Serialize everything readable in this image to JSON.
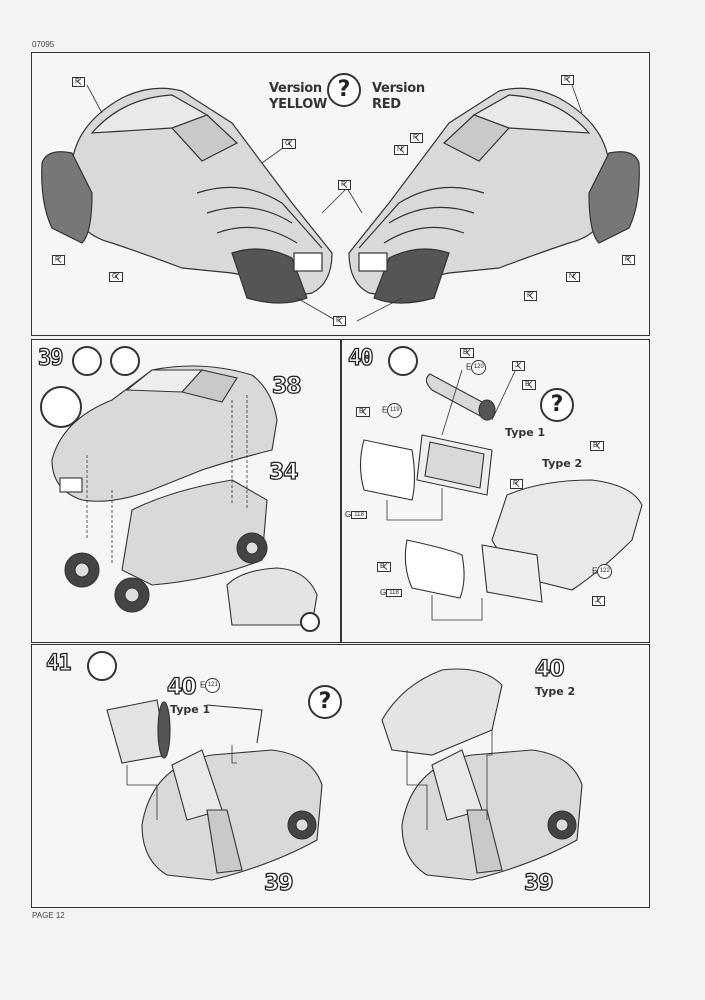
{
  "header": {
    "code": "07095"
  },
  "footer": {
    "page_label": "PAGE 12"
  },
  "version_panel": {
    "yellow_line1": "Version",
    "yellow_line2": "YELLOW",
    "red_line1": "Version",
    "red_line2": "RED",
    "question": "?",
    "tags": {
      "F": "F",
      "G": "G",
      "N": "N"
    }
  },
  "step39": {
    "number": "39",
    "part_38": "38",
    "part_34": "34",
    "icons": [
      "glue-tube-icon",
      "paint-pot-icon",
      "clock-icon",
      "paint-pot-icon"
    ]
  },
  "step40": {
    "number": "40",
    "question": "?",
    "type1": "Type 1",
    "type2": "Type 2",
    "tags": {
      "B": "B",
      "J": "J",
      "F": "F",
      "E": "E",
      "G": "G"
    },
    "refs": {
      "e120": "120",
      "e119": "119",
      "g118": "118",
      "e122": "122"
    }
  },
  "step41": {
    "number": "41",
    "question": "?",
    "part_40": "40",
    "part_39": "39",
    "type1": "Type 1",
    "type2": "Type 2",
    "refs": {
      "e121": "121"
    },
    "tags": {
      "E": "E"
    }
  }
}
